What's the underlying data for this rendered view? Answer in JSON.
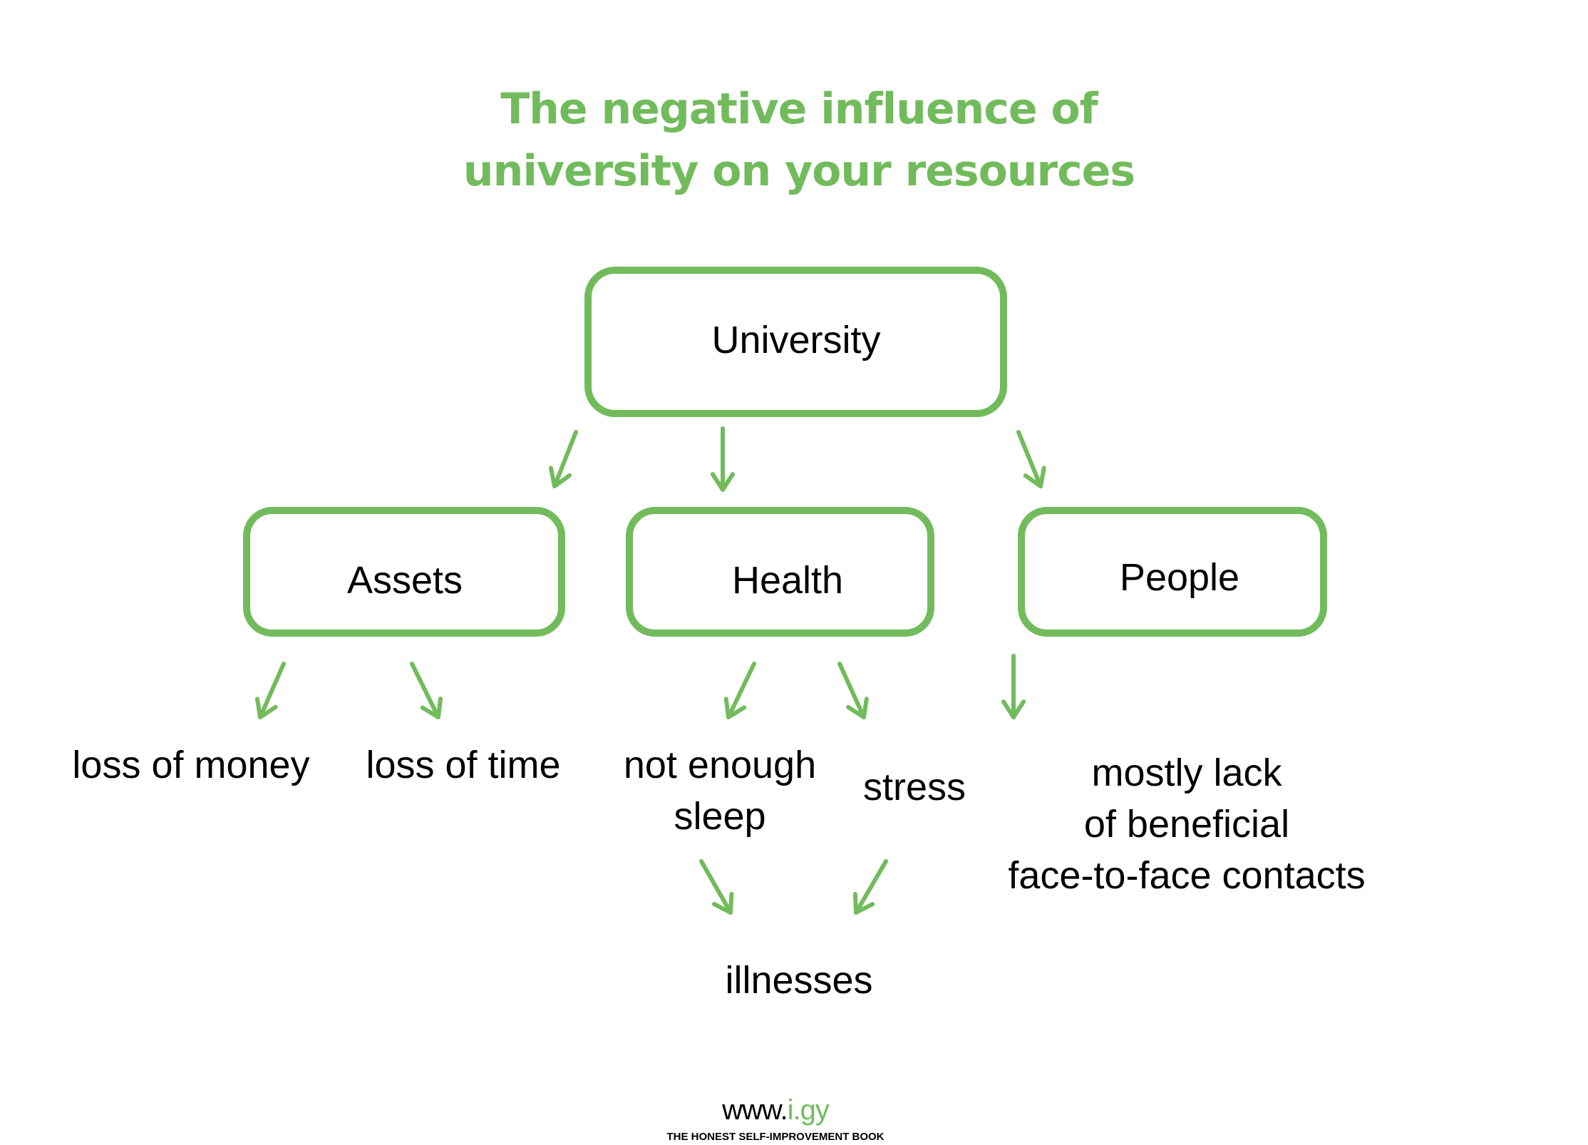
{
  "title": {
    "line1": "The negative influence of",
    "line2": "university on your resources"
  },
  "colors": {
    "accent": "#72bb5c",
    "text": "#000000",
    "background": "#ffffff"
  },
  "nodes": {
    "root": {
      "label": "University"
    },
    "assets": {
      "label": "Assets"
    },
    "health": {
      "label": "Health"
    },
    "people": {
      "label": "People"
    }
  },
  "leaves": {
    "loss_of_money": {
      "lines": [
        "loss of money"
      ]
    },
    "loss_of_time": {
      "lines": [
        "loss of time"
      ]
    },
    "not_enough_sleep": {
      "lines": [
        "not enough",
        "sleep"
      ]
    },
    "stress": {
      "lines": [
        "stress"
      ]
    },
    "lack_of_contacts": {
      "lines": [
        "mostly lack",
        "of beneficial",
        "face-to-face contacts"
      ]
    },
    "illnesses": {
      "lines": [
        "illnesses"
      ]
    }
  },
  "edges": [
    {
      "from": "University",
      "to": "Assets"
    },
    {
      "from": "University",
      "to": "Health"
    },
    {
      "from": "University",
      "to": "People"
    },
    {
      "from": "Assets",
      "to": "loss of money"
    },
    {
      "from": "Assets",
      "to": "loss of time"
    },
    {
      "from": "Health",
      "to": "not enough sleep"
    },
    {
      "from": "Health",
      "to": "stress"
    },
    {
      "from": "People",
      "to": "mostly lack of beneficial face-to-face contacts"
    },
    {
      "from": "not enough sleep",
      "to": "illnesses"
    },
    {
      "from": "stress",
      "to": "illnesses"
    }
  ],
  "footer": {
    "url_prefix": "www.",
    "url_brand": "i.gy",
    "tagline": "THE HONEST SELF-IMPROVEMENT BOOK"
  }
}
